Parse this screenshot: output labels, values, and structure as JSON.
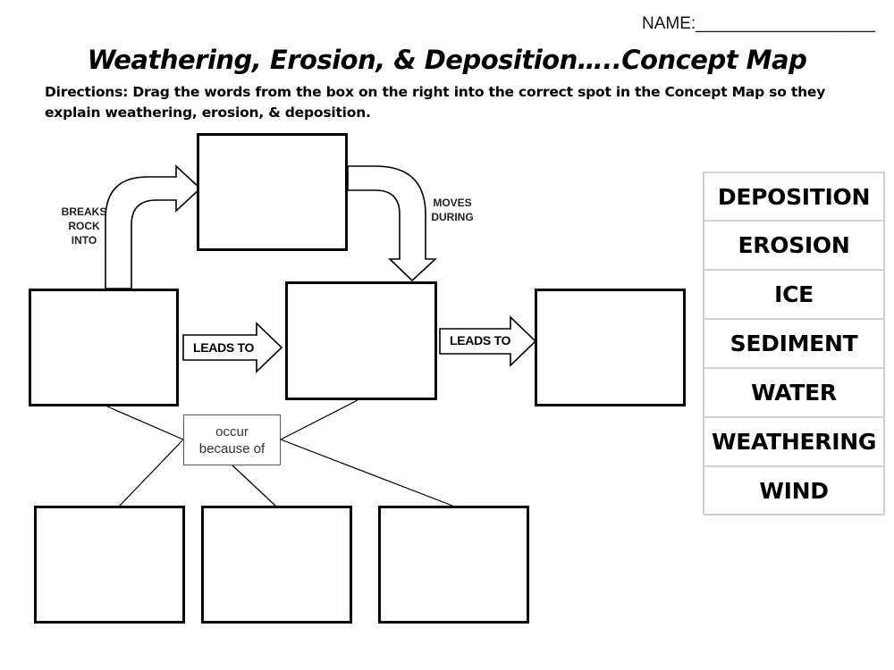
{
  "header": {
    "name_label": "NAME:___________________",
    "title": "Weathering, Erosion, & Deposition…..Concept Map",
    "directions": "Directions: Drag the words from the box on the right into the correct spot in the Concept Map so they explain weathering, erosion, & deposition."
  },
  "diagram": {
    "breaks_rock_into": "BREAKS ROCK INTO",
    "moves_during": "MOVES DURING",
    "leads_to_1": "LEADS TO",
    "leads_to_2": "LEADS TO",
    "occur_because_of": "occur because of"
  },
  "word_bank": {
    "words": [
      "DEPOSITION",
      "EROSION",
      "ICE",
      "SEDIMENT",
      "WATER",
      "WEATHERING",
      "WIND"
    ]
  }
}
